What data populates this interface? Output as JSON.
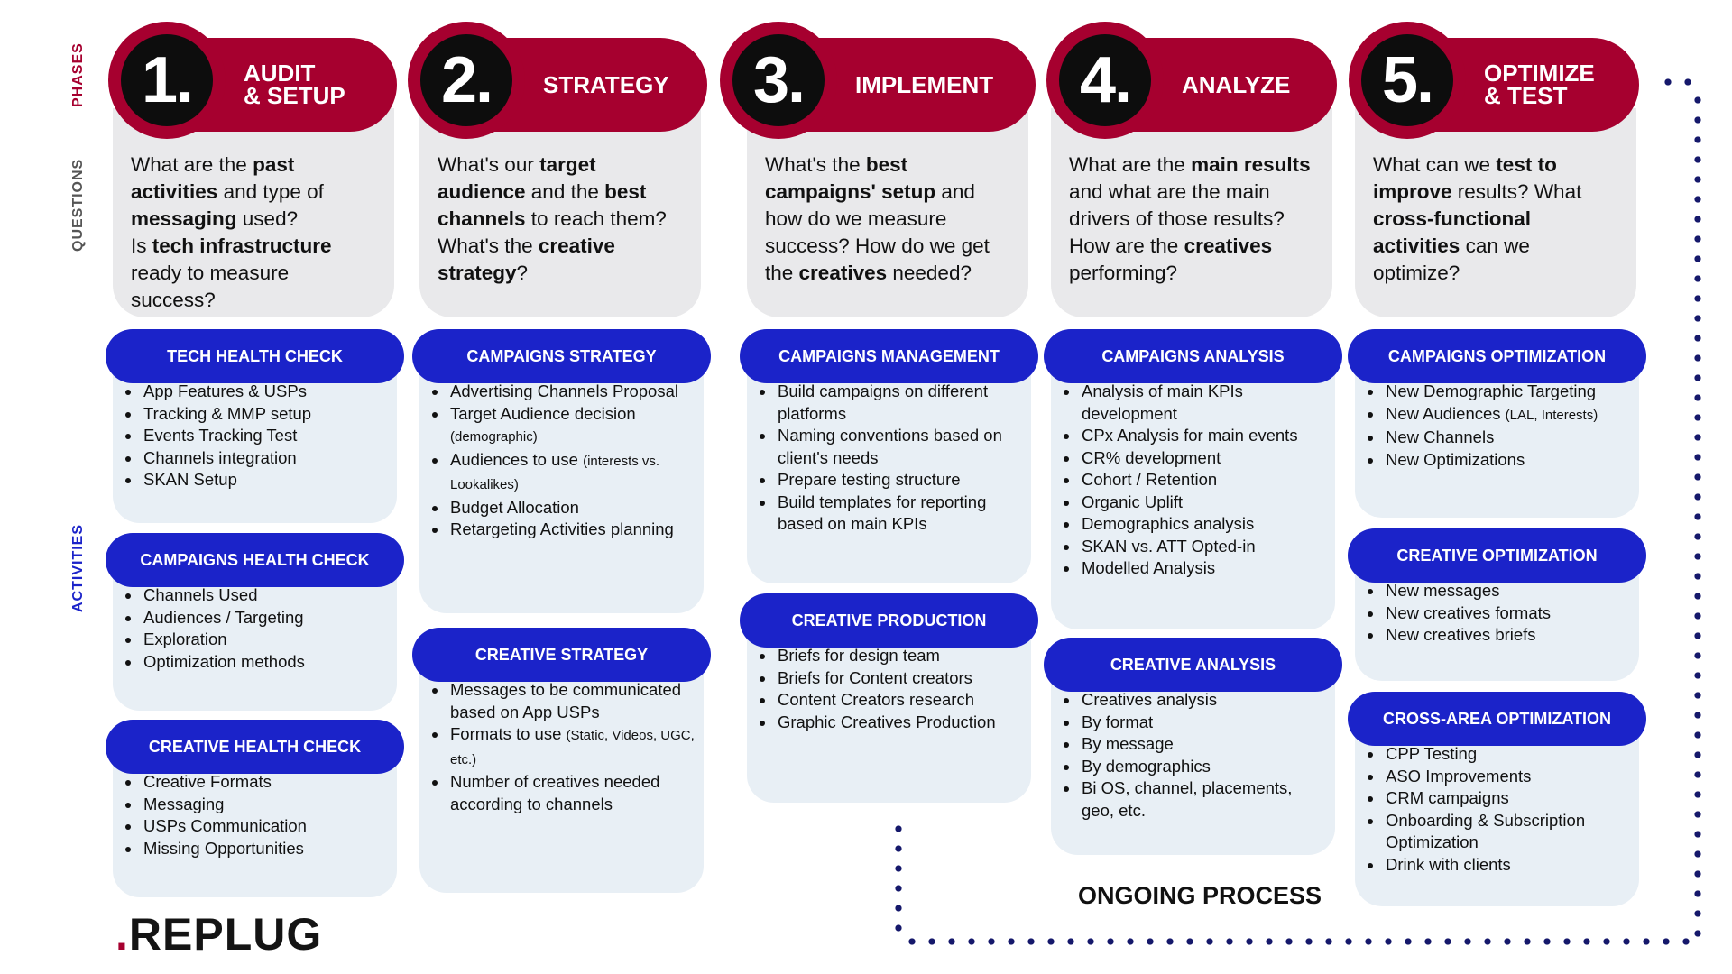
{
  "side_labels": {
    "phases": "PHASES",
    "questions": "QUESTIONS",
    "activities": "ACTIVITIES"
  },
  "colors": {
    "phase_red": "#a6002f",
    "number_black": "#0d0d0d",
    "activity_blue": "#1b23c9",
    "question_gray": "#e9e9eb",
    "list_bg": "#e8eff5",
    "dots_navy": "#15186b"
  },
  "phases": [
    {
      "number": "1.",
      "title": "AUDIT\n& SETUP"
    },
    {
      "number": "2.",
      "title": "STRATEGY"
    },
    {
      "number": "3.",
      "title": "IMPLEMENT"
    },
    {
      "number": "4.",
      "title": "ANALYZE"
    },
    {
      "number": "5.",
      "title": "OPTIMIZE\n& TEST"
    }
  ],
  "questions": [
    [
      {
        "t": "What are the ",
        "b": false
      },
      {
        "t": "past activities",
        "b": true
      },
      {
        "t": " and type of ",
        "b": false
      },
      {
        "t": "messaging",
        "b": true
      },
      {
        "t": " used?\nIs ",
        "b": false
      },
      {
        "t": "tech infrastructure",
        "b": true
      },
      {
        "t": " ready to measure success?",
        "b": false
      }
    ],
    [
      {
        "t": "What's our ",
        "b": false
      },
      {
        "t": "target audience",
        "b": true
      },
      {
        "t": " and the ",
        "b": false
      },
      {
        "t": "best channels",
        "b": true
      },
      {
        "t": " to reach them? What's the ",
        "b": false
      },
      {
        "t": "creative strategy",
        "b": true
      },
      {
        "t": "?",
        "b": false
      }
    ],
    [
      {
        "t": "What's the ",
        "b": false
      },
      {
        "t": "best campaigns' setup",
        "b": true
      },
      {
        "t": " and how do we measure success?  How do we get the ",
        "b": false
      },
      {
        "t": "creatives",
        "b": true
      },
      {
        "t": " needed?",
        "b": false
      }
    ],
    [
      {
        "t": "What are the ",
        "b": false
      },
      {
        "t": "main results",
        "b": true
      },
      {
        "t": " and what are the main drivers of those results? How are the ",
        "b": false
      },
      {
        "t": "creatives",
        "b": true
      },
      {
        "t": " performing?",
        "b": false
      }
    ],
    [
      {
        "t": "What can we ",
        "b": false
      },
      {
        "t": "test to improve",
        "b": true
      },
      {
        "t": " results? What ",
        "b": false
      },
      {
        "t": "cross-functional activities",
        "b": true
      },
      {
        "t": " can we optimize?",
        "b": false
      }
    ]
  ],
  "activities": [
    [
      {
        "title": "TECH HEALTH CHECK",
        "items": [
          {
            "t": "App Features & USPs"
          },
          {
            "t": "Tracking & MMP setup"
          },
          {
            "t": "Events Tracking Test"
          },
          {
            "t": "Channels integration"
          },
          {
            "t": "SKAN Setup"
          }
        ]
      },
      {
        "title": "CAMPAIGNS HEALTH CHECK",
        "items": [
          {
            "t": "Channels Used"
          },
          {
            "t": "Audiences / Targeting"
          },
          {
            "t": "Exploration"
          },
          {
            "t": "Optimization methods"
          }
        ]
      },
      {
        "title": "CREATIVE HEALTH CHECK",
        "items": [
          {
            "t": "Creative Formats"
          },
          {
            "t": "Messaging"
          },
          {
            "t": "USPs Communication"
          },
          {
            "t": "Missing Opportunities"
          }
        ]
      }
    ],
    [
      {
        "title": "CAMPAIGNS STRATEGY",
        "items": [
          {
            "t": "Advertising Channels Proposal"
          },
          {
            "t": "Target Audience decision ",
            "s": "(demographic)"
          },
          {
            "t": "Audiences to use ",
            "s": "(interests vs. Lookalikes)"
          },
          {
            "t": "Budget Allocation"
          },
          {
            "t": "Retargeting Activities planning"
          }
        ]
      },
      {
        "title": "CREATIVE STRATEGY",
        "items": [
          {
            "t": "Messages to be communicated based on App USPs"
          },
          {
            "t": "Formats to use ",
            "s": "(Static, Videos, UGC, etc.)"
          },
          {
            "t": "Number of creatives needed according to channels"
          }
        ]
      }
    ],
    [
      {
        "title": "CAMPAIGNS MANAGEMENT",
        "items": [
          {
            "t": "Build campaigns on different platforms"
          },
          {
            "t": "Naming conventions based on client's needs"
          },
          {
            "t": "Prepare testing structure"
          },
          {
            "t": "Build templates for reporting based on main KPIs"
          }
        ]
      },
      {
        "title": "CREATIVE PRODUCTION",
        "items": [
          {
            "t": "Briefs for design team"
          },
          {
            "t": "Briefs for Content creators"
          },
          {
            "t": "Content Creators research"
          },
          {
            "t": "Graphic Creatives Production"
          }
        ]
      }
    ],
    [
      {
        "title": "CAMPAIGNS ANALYSIS",
        "items": [
          {
            "t": "Analysis of main KPIs development"
          },
          {
            "t": "CPx Analysis for main events"
          },
          {
            "t": "CR% development"
          },
          {
            "t": "Cohort / Retention"
          },
          {
            "t": "Organic Uplift"
          },
          {
            "t": "Demographics analysis"
          },
          {
            "t": "SKAN vs. ATT Opted-in"
          },
          {
            "t": "Modelled Analysis"
          }
        ]
      },
      {
        "title": "CREATIVE ANALYSIS",
        "items": [
          {
            "t": "Creatives analysis"
          },
          {
            "t": "By format"
          },
          {
            "t": "By message"
          },
          {
            "t": "By demographics"
          },
          {
            "t": "Bi OS, channel, placements, geo, etc."
          }
        ]
      }
    ],
    [
      {
        "title": "CAMPAIGNS OPTIMIZATION",
        "items": [
          {
            "t": "New Demographic Targeting"
          },
          {
            "t": "New Audiences ",
            "s": "(LAL, Interests)"
          },
          {
            "t": "New Channels"
          },
          {
            "t": "New Optimizations"
          }
        ]
      },
      {
        "title": "CREATIVE OPTIMIZATION",
        "items": [
          {
            "t": "New messages"
          },
          {
            "t": "New creatives formats"
          },
          {
            "t": "New creatives briefs"
          }
        ]
      },
      {
        "title": "CROSS-AREA OPTIMIZATION",
        "items": [
          {
            "t": "CPP Testing"
          },
          {
            "t": "ASO Improvements"
          },
          {
            "t": "CRM campaigns"
          },
          {
            "t": "Onboarding & Subscription Optimization"
          },
          {
            "t": "Drink with clients"
          }
        ]
      }
    ]
  ],
  "ongoing_label": "ONGOING PROCESS",
  "logo": {
    "prefix": ".",
    "text": "REPLUG"
  }
}
